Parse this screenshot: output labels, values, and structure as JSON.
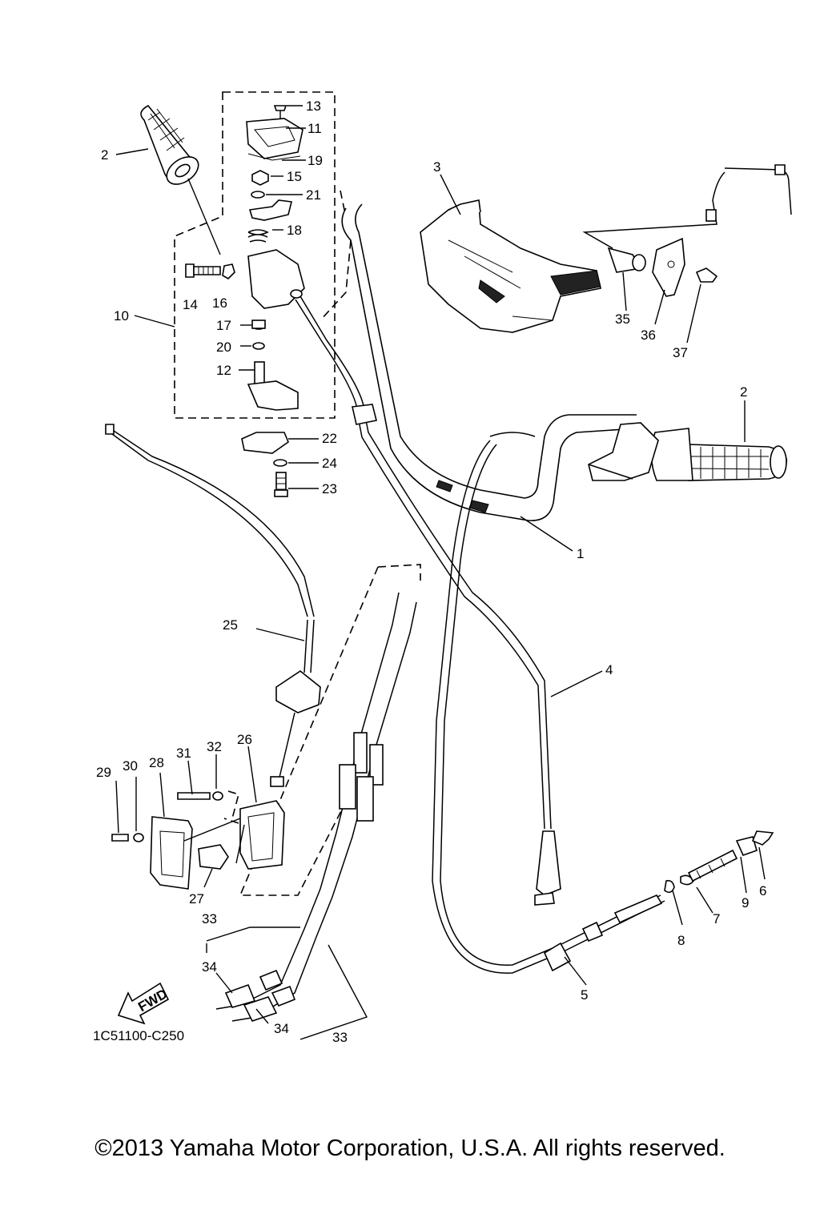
{
  "diagram": {
    "code": "1C51100-C250",
    "fwd_label": "FWD",
    "labels": {
      "p1": "1",
      "p2a": "2",
      "p2b": "2",
      "p3": "3",
      "p4": "4",
      "p5": "5",
      "p6": "6",
      "p7": "7",
      "p8": "8",
      "p9": "9",
      "p10": "10",
      "p11": "11",
      "p12": "12",
      "p13": "13",
      "p14": "14",
      "p15": "15",
      "p16": "16",
      "p17": "17",
      "p18": "18",
      "p19": "19",
      "p20": "20",
      "p21": "21",
      "p22": "22",
      "p23": "23",
      "p24": "24",
      "p25": "25",
      "p26": "26",
      "p27": "27",
      "p28": "28",
      "p29": "29",
      "p30": "30",
      "p31": "31",
      "p32": "32",
      "p33a": "33",
      "p33b": "33",
      "p34a": "34",
      "p34b": "34",
      "p35": "35",
      "p36": "36",
      "p37": "37"
    }
  },
  "footer": {
    "copyright": "©2013 Yamaha Motor Corporation, U.S.A. All rights reserved."
  }
}
